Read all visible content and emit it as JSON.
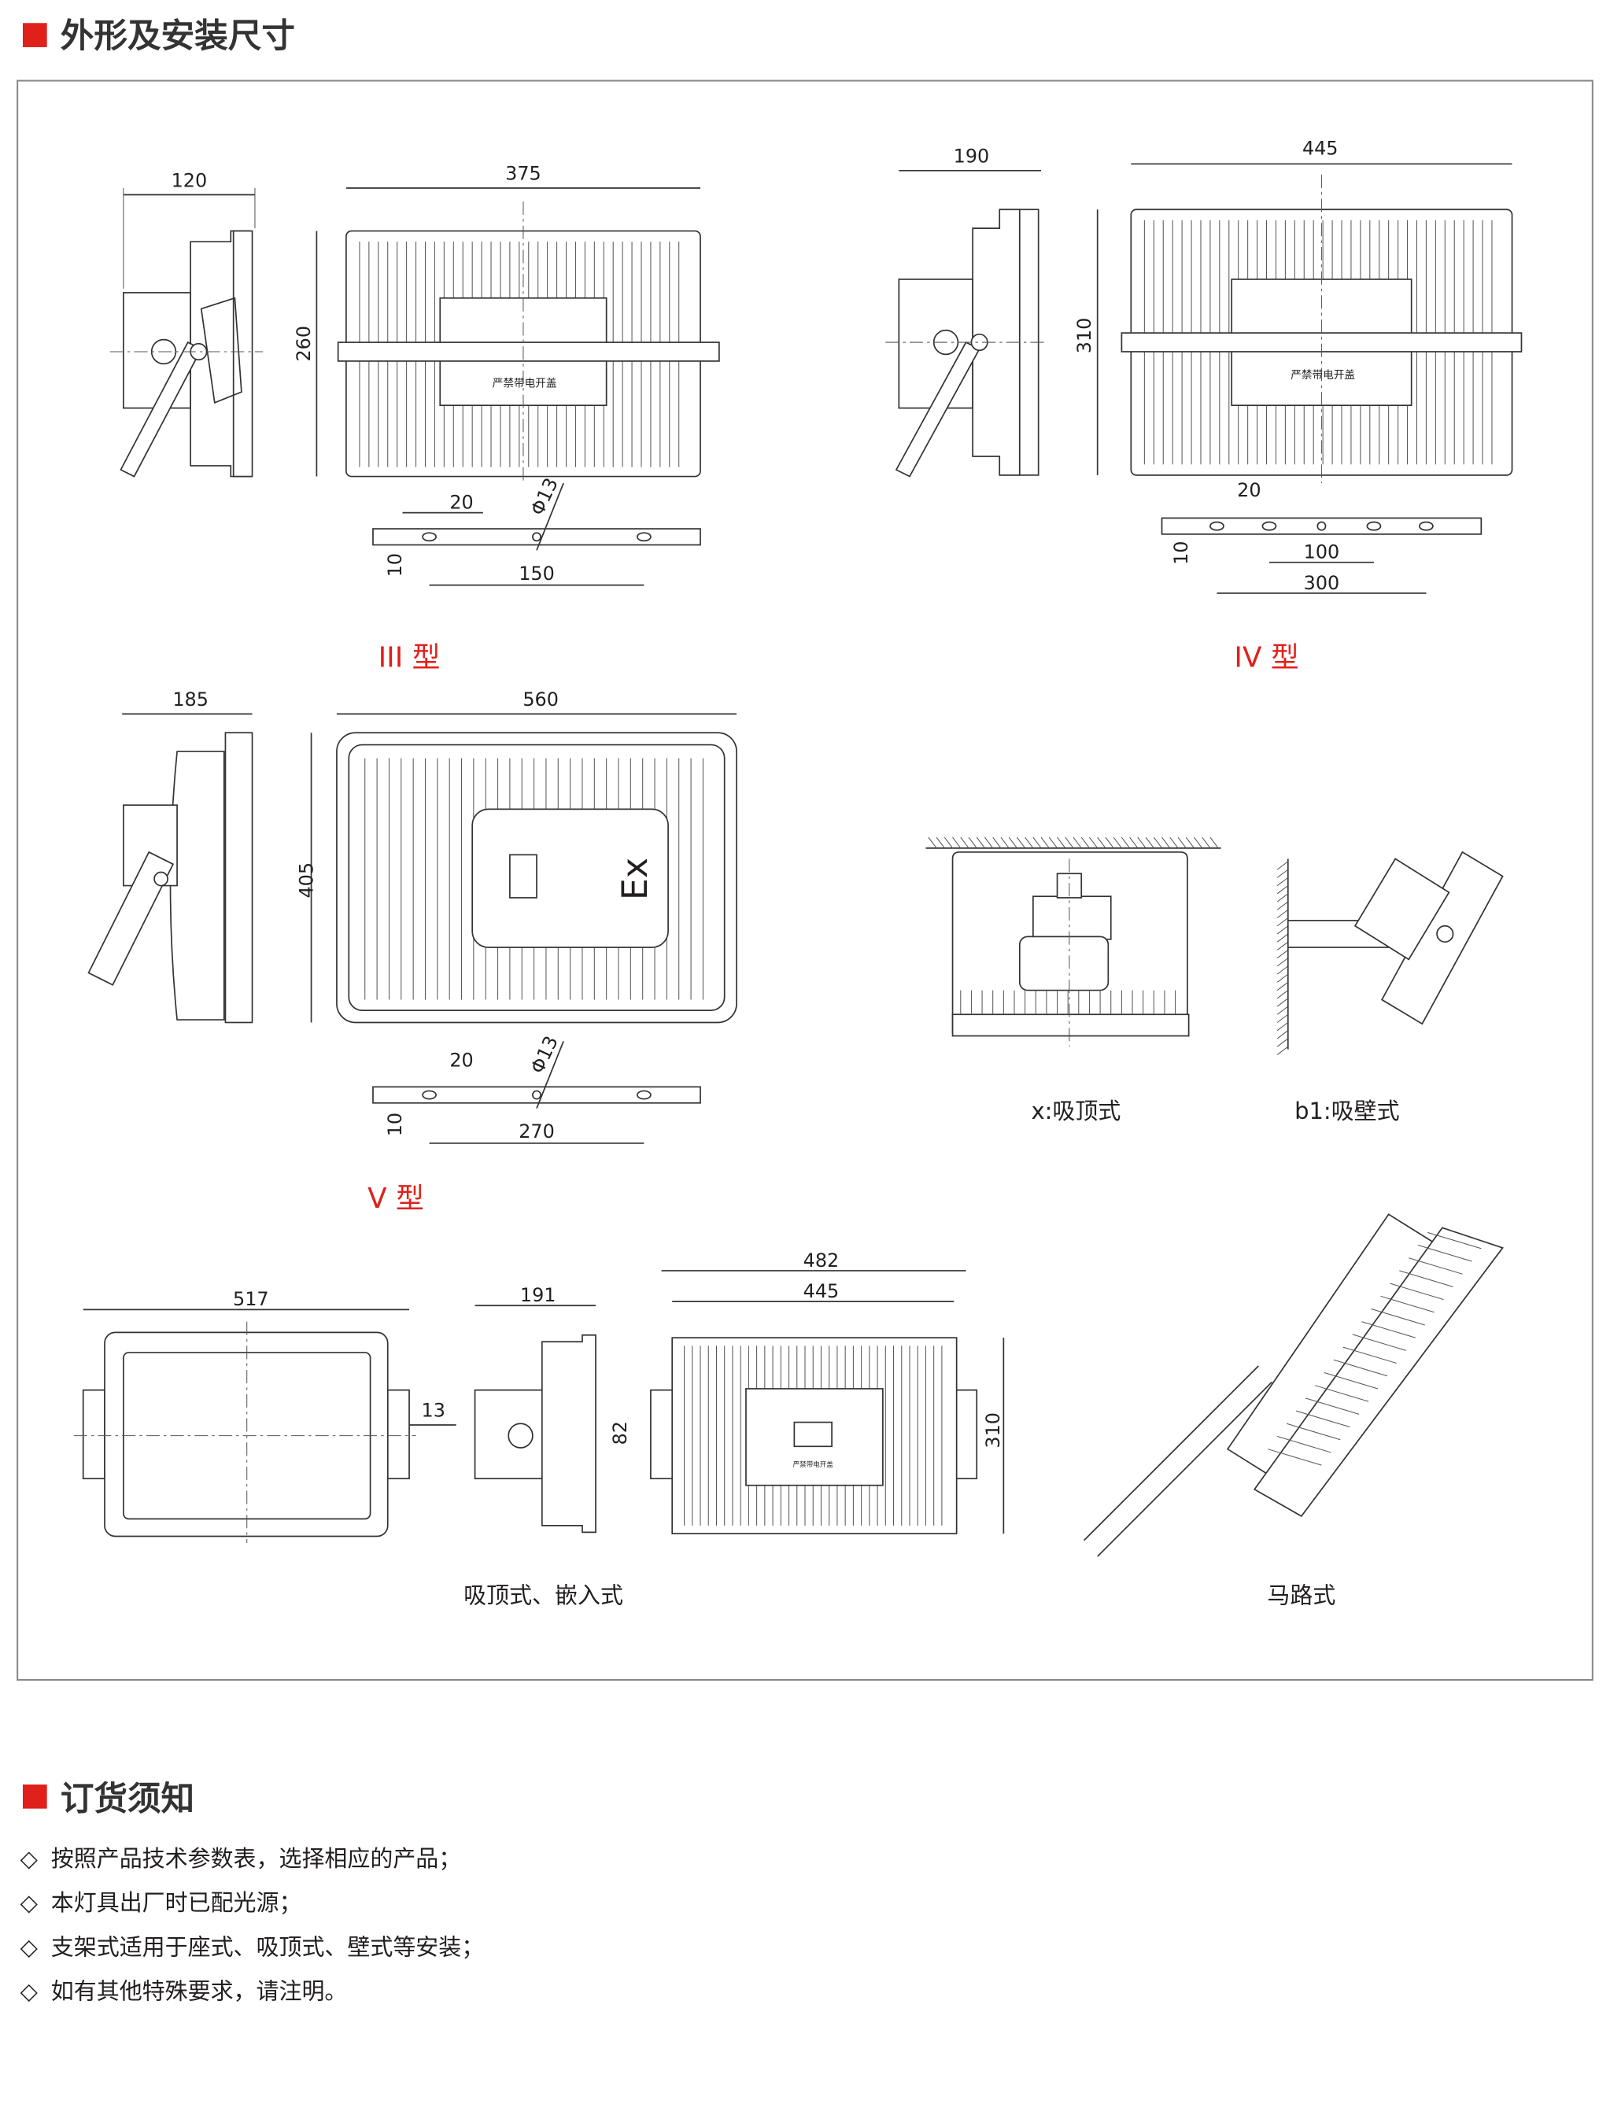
{
  "section1": {
    "title": "外形及安装尺寸",
    "accent_color": "#e0201b"
  },
  "type3": {
    "label": "III 型",
    "dims": {
      "side_width": "120",
      "width": "375",
      "height": "260",
      "hole_pitch": "20",
      "hole_dia": "Φ13",
      "plate_thick": "10",
      "hole_span": "150"
    },
    "panel_text": "严禁带电开盖"
  },
  "type4": {
    "label": "IV 型",
    "dims": {
      "side_width": "190",
      "width": "445",
      "height": "310",
      "hole_pitch": "20",
      "plate_thick": "10",
      "inner_span": "100",
      "outer_span": "300"
    },
    "panel_text": "严禁带电开盖"
  },
  "type5": {
    "label": "V 型",
    "dims": {
      "side_width": "185",
      "width": "560",
      "height": "405",
      "hole_pitch": "20",
      "hole_dia": "Φ13",
      "plate_thick": "10",
      "hole_span": "270"
    },
    "panel_text": "Ex"
  },
  "mount_ceiling": {
    "label": "x:吸顶式"
  },
  "mount_wall": {
    "label": "b1:吸壁式"
  },
  "recessed": {
    "label": "吸顶式、嵌入式",
    "dims": {
      "front_width": "517",
      "side_width": "191",
      "side_offset": "13",
      "outer_width": "482",
      "inner_width": "445",
      "hole_pitch": "82",
      "height": "310"
    },
    "panel_text": "严禁带电开盖"
  },
  "road": {
    "label": "马路式"
  },
  "section2": {
    "title": "订货须知",
    "bullet": "◇",
    "items": [
      "按照产品技术参数表，选择相应的产品；",
      "本灯具出厂时已配光源；",
      "支架式适用于座式、吸顶式、壁式等安装；",
      "如有其他特殊要求，请注明。"
    ]
  }
}
